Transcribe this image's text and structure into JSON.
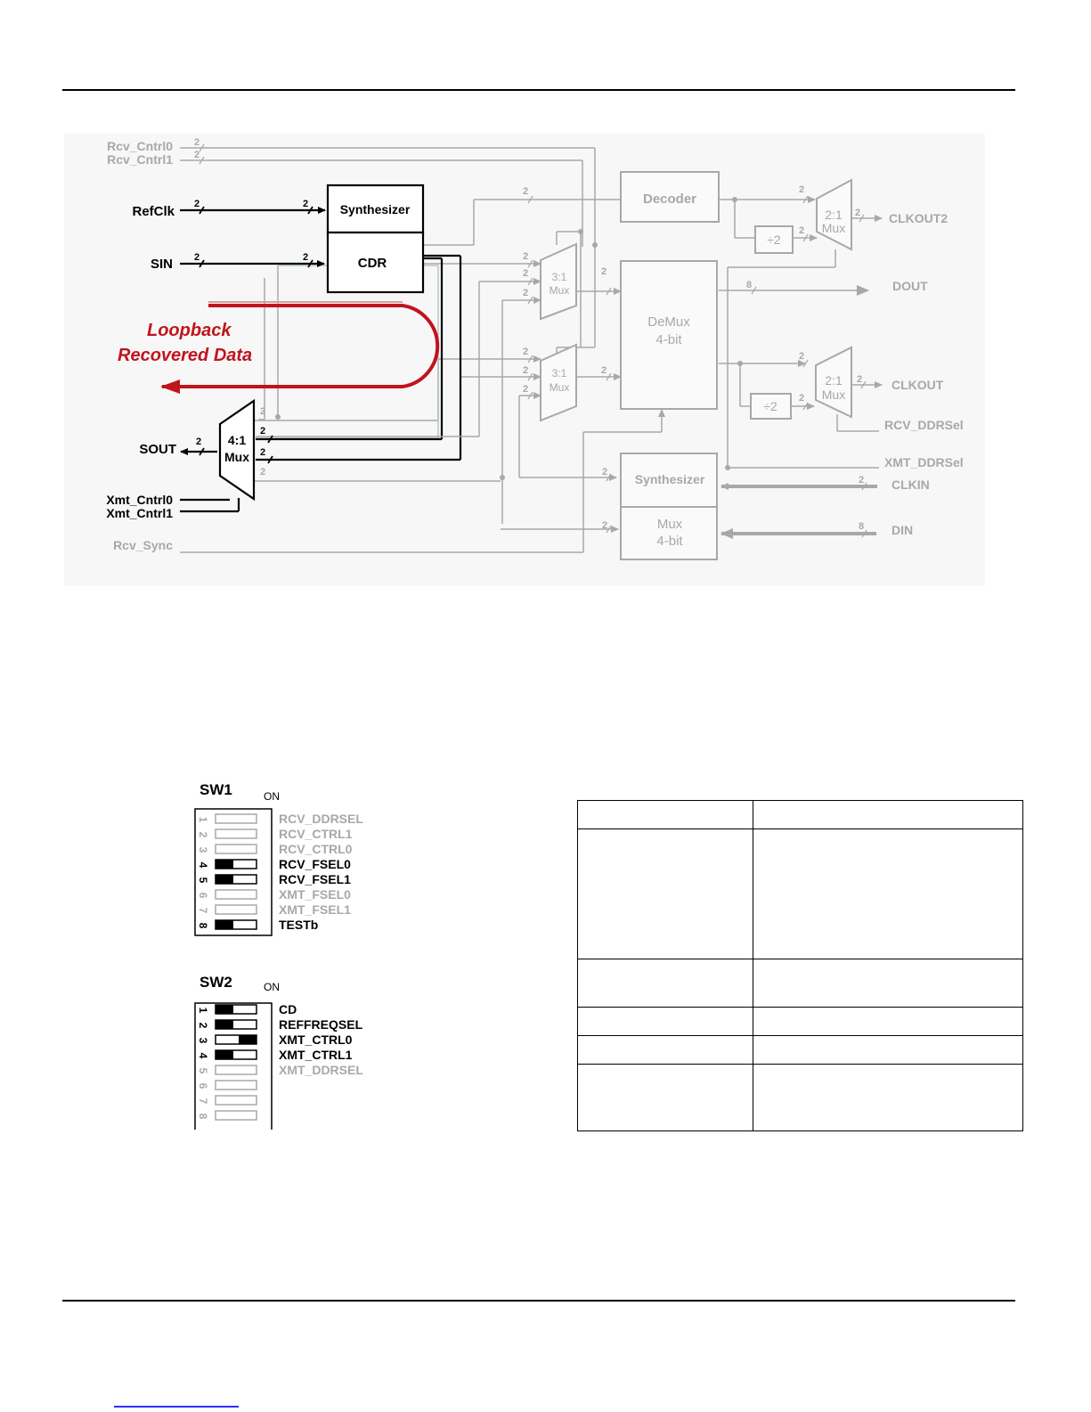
{
  "diagram": {
    "inputs_left": {
      "rcv_cntrl0": "Rcv_Cntrl0",
      "rcv_cntrl1": "Rcv_Cntrl1",
      "refclk": "RefClk",
      "sin": "SIN",
      "sout": "SOUT",
      "xmt_cntrl0": "Xmt_Cntrl0",
      "xmt_cntrl1": "Xmt_Cntrl1",
      "rcv_sync": "Rcv_Sync"
    },
    "blocks": {
      "synth_top": "Synthesizer",
      "cdr": "CDR",
      "mux41_a": "4:1",
      "mux41_b": "Mux",
      "decoder": "Decoder",
      "div2": "÷2",
      "mux21": "2:1",
      "mux_word": "Mux",
      "mux31": "3:1",
      "demux_a": "DeMux",
      "demux_b": "4-bit",
      "synth_bottom": "Synthesizer",
      "mux4_a": "Mux",
      "mux4_b": "4-bit"
    },
    "outputs_right": {
      "clkout2": "CLKOUT2",
      "dout": "DOUT",
      "clkout": "CLKOUT",
      "rcv_ddrsel": "RCV_DDRSel",
      "xmt_ddrsel": "XMT_DDRSel",
      "clkin": "CLKIN",
      "din": "DIN"
    },
    "bus_widths": {
      "two": "2",
      "eight": "8"
    },
    "loopback": {
      "line1": "Loopback",
      "line2": "Recovered Data"
    },
    "colors": {
      "active": "#000000",
      "inactive": "#a8a8a8",
      "loopback": "#c0141e"
    }
  },
  "sw1": {
    "title": "SW1",
    "on_label": "ON",
    "switches": [
      {
        "num": "1",
        "label": "RCV_DDRSEL",
        "state": "off",
        "active": false
      },
      {
        "num": "2",
        "label": "RCV_CTRL1",
        "state": "off",
        "active": false
      },
      {
        "num": "3",
        "label": "RCV_CTRL0",
        "state": "off",
        "active": false
      },
      {
        "num": "4",
        "label": "RCV_FSEL0",
        "state": "on",
        "active": true
      },
      {
        "num": "5",
        "label": "RCV_FSEL1",
        "state": "on",
        "active": true
      },
      {
        "num": "6",
        "label": "XMT_FSEL0",
        "state": "off",
        "active": false
      },
      {
        "num": "7",
        "label": "XMT_FSEL1",
        "state": "off",
        "active": false
      },
      {
        "num": "8",
        "label": "TESTb",
        "state": "on",
        "active": true
      }
    ]
  },
  "sw2": {
    "title": "SW2",
    "on_label": "ON",
    "switches": [
      {
        "num": "1",
        "label": "CD",
        "state": "on",
        "active": true
      },
      {
        "num": "2",
        "label": "REFFREQSEL",
        "state": "on",
        "active": true
      },
      {
        "num": "3",
        "label": "XMT_CTRL0",
        "state": "right",
        "active": true
      },
      {
        "num": "4",
        "label": "XMT_CTRL1",
        "state": "on",
        "active": true
      },
      {
        "num": "5",
        "label": "XMT_DDRSEL",
        "state": "off",
        "active": false
      },
      {
        "num": "6",
        "label": "",
        "state": "off",
        "active": false
      },
      {
        "num": "7",
        "label": "",
        "state": "off",
        "active": false
      },
      {
        "num": "8",
        "label": "",
        "state": "off",
        "active": false
      }
    ]
  }
}
